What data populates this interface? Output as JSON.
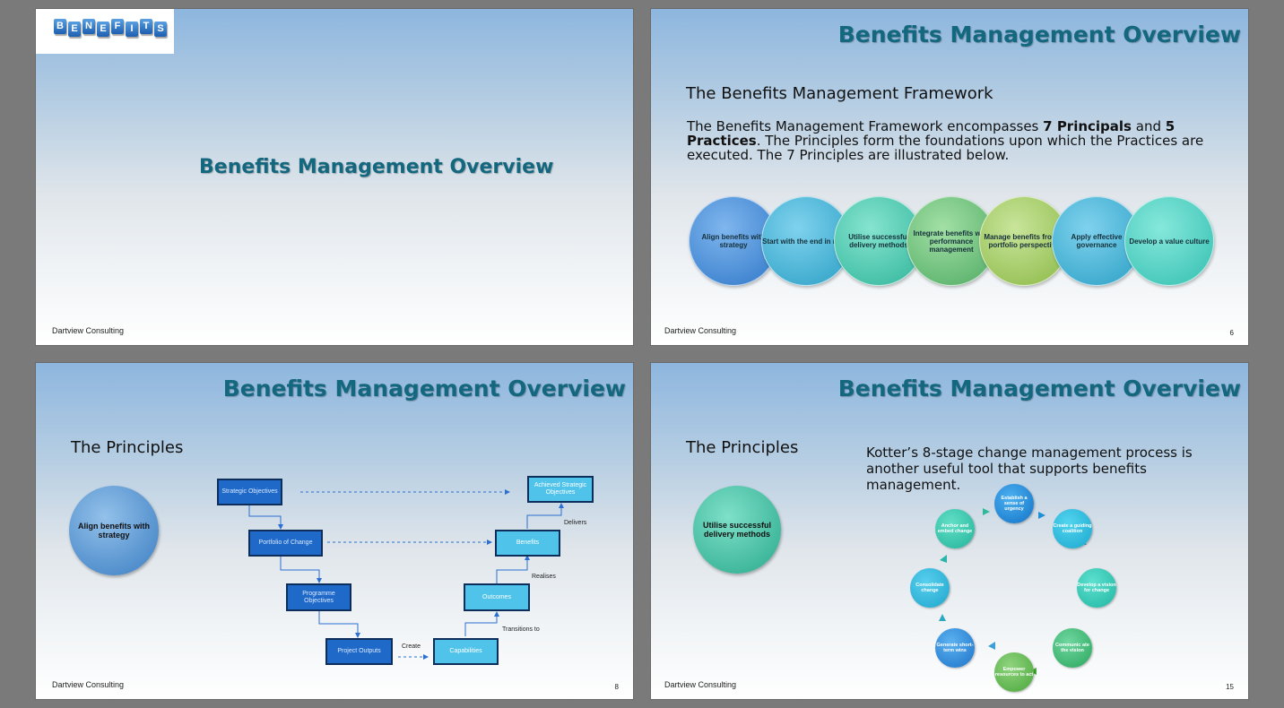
{
  "slides": [
    {
      "title": "Benefits Management Overview",
      "footer": "Dartview Consulting",
      "logo_letters": [
        "B",
        "E",
        "N",
        "E",
        "F",
        "I",
        "T",
        "S"
      ]
    },
    {
      "title": "Benefits Management Overview",
      "footer": "Dartview Consulting",
      "page": "6",
      "heading": "The Benefits Management Framework",
      "para_a": "The Benefits Management Framework encompasses ",
      "para_b": "7 Principals",
      "para_c": " and ",
      "para_d": "5 Practices",
      "para_e": ". The Principles form the foundations upon which the Practices are executed. The 7 Principles are illustrated below.",
      "principles": [
        "Align benefits with strategy",
        "Start with the end in mind",
        "Utilise successful delivery methods",
        "Integrate benefits with performance management",
        "Manage benefits from a portfolio perspective",
        "Apply effective governance",
        "Develop a value culture"
      ]
    },
    {
      "title": "Benefits Management Overview",
      "footer": "Dartview Consulting",
      "page": "8",
      "heading": "The Principles",
      "circle": "Align benefits with strategy",
      "boxes": [
        "Strategic Objectives",
        "Portfolio of Change",
        "Programme Objectives",
        "Project Outputs",
        "Capabilities",
        "Outcomes",
        "Benefits",
        "Achieved Strategic Objectives"
      ],
      "relations": [
        "Create",
        "Transitions to",
        "Realises",
        "Delivers"
      ]
    },
    {
      "title": "Benefits Management Overview",
      "footer": "Dartview Consulting",
      "page": "15",
      "heading": "The Principles",
      "circle": "Utilise successful delivery methods",
      "kotter": "Kotter’s 8-stage change management process is another useful tool that supports benefits management.",
      "stages": [
        "Establish a sense of urgency",
        "Create a guiding coalition",
        "Develop a vision for change",
        "Communic ate the vision",
        "Empower resources to act",
        "Generate short-term wins",
        "Consolidate change",
        "Anchor and embed change"
      ]
    }
  ]
}
